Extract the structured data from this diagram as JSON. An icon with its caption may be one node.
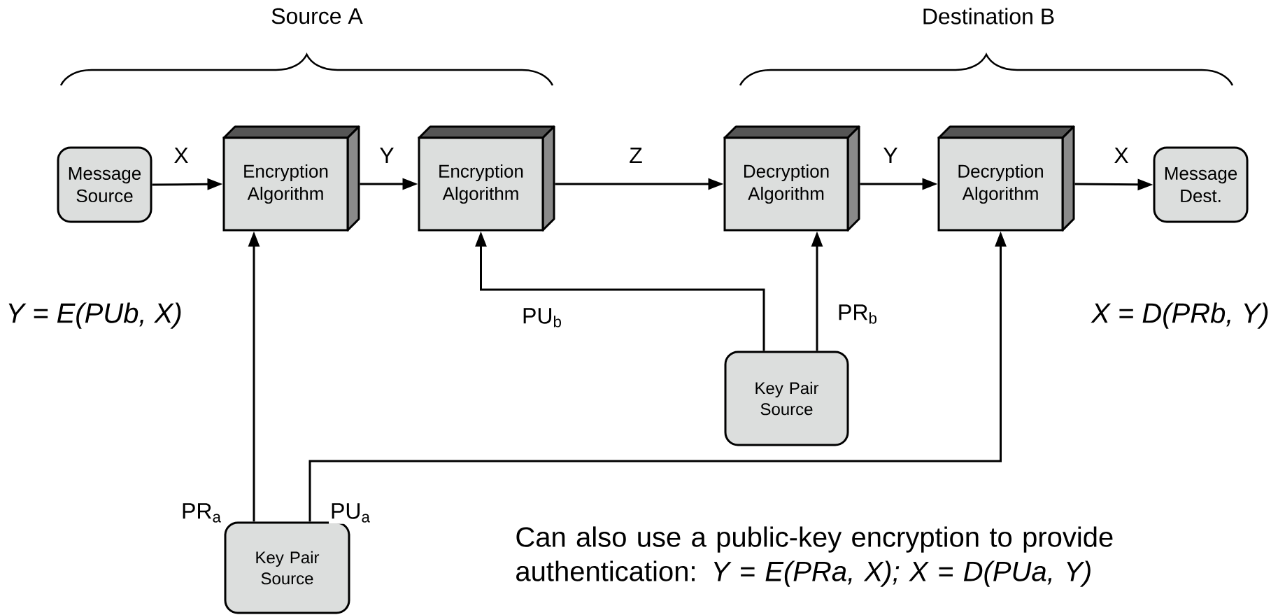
{
  "diagram": {
    "nodes": [
      {
        "text": [
          "Message Source"
        ]
      },
      {
        "text": [
          "Encryption Algorithm"
        ]
      },
      {
        "text": [
          "Encryption Algorithm"
        ]
      },
      {
        "text": [
          "Decryption Algorithm"
        ]
      },
      {
        "text": [
          "Decryption Algorithm"
        ]
      },
      {
        "text": [
          "Message Dest."
        ]
      },
      {
        "text": [
          "Key Pair Source"
        ]
      },
      {
        "text": [
          "Key Pair Source"
        ]
      }
    ],
    "edges": [
      {
        "from": 0,
        "to": 1,
        "arrow": "to",
        "label": "X"
      },
      {
        "from": 1,
        "to": 2,
        "arrow": "to",
        "label": "Y"
      },
      {
        "from": 2,
        "to": 3,
        "arrow": "to",
        "label": "Z"
      },
      {
        "from": 3,
        "to": 4,
        "arrow": "to",
        "label": "Y"
      },
      {
        "from": 4,
        "to": 5,
        "arrow": "to",
        "label": "X"
      },
      {
        "from": 6,
        "to": 2,
        "arrow": "to",
        "label": "PU$_{b}$"
      },
      {
        "from": 6,
        "to": 3,
        "arrow": "to",
        "label": "PR$_{b}$"
      },
      {
        "from": 7,
        "to": 1,
        "arrow": "to",
        "label": "PR$_{a}$"
      },
      {
        "from": 7,
        "to": 4,
        "arrow": "to",
        "label": "PU$_{a}$"
      }
    ],
    "labels": [
      "Source A",
      "Destination B",
      "Y = E(PUb, X)",
      "X = D(PRb, Y)",
      "Can also use a public-key encryption to provide authentication: *Y = E(PRa, X); X = D(PUa, Y)*"
    ]
  }
}
